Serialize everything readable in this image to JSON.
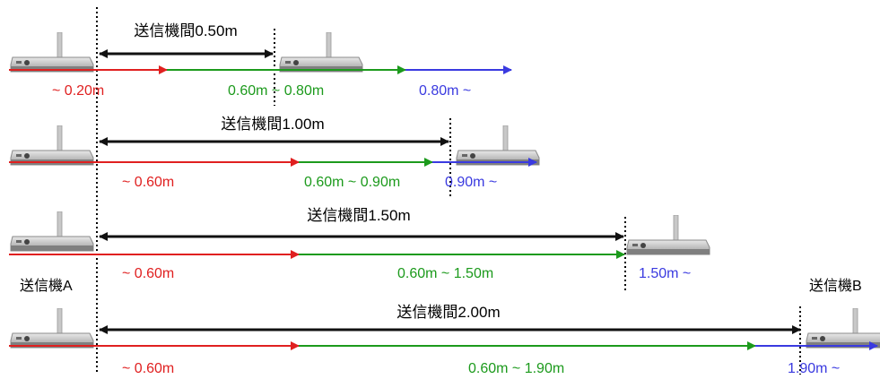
{
  "colors": {
    "near": "#e02020",
    "mid": "#1c9a1c",
    "far": "#3a3ae0",
    "separation": "#111111"
  },
  "icon": "wireless-transmitter-icon",
  "transmitter_a_label": "送信機A",
  "transmitter_b_label": "送信機B",
  "rows": [
    {
      "separation_label": "送信機間0.50m",
      "near_label": "~ 0.20m",
      "mid_label": "0.60m ~ 0.80m",
      "far_label": "0.80m ~"
    },
    {
      "separation_label": "送信機間1.00m",
      "near_label": "~ 0.60m",
      "mid_label": "0.60m ~ 0.90m",
      "far_label": "0.90m ~"
    },
    {
      "separation_label": "送信機間1.50m",
      "near_label": "~ 0.60m",
      "mid_label": "0.60m ~ 1.50m",
      "far_label": "1.50m ~"
    },
    {
      "separation_label": "送信機間2.00m",
      "near_label": "~ 0.60m",
      "mid_label": "0.60m ~ 1.90m",
      "far_label": "1.90m ~"
    }
  ]
}
